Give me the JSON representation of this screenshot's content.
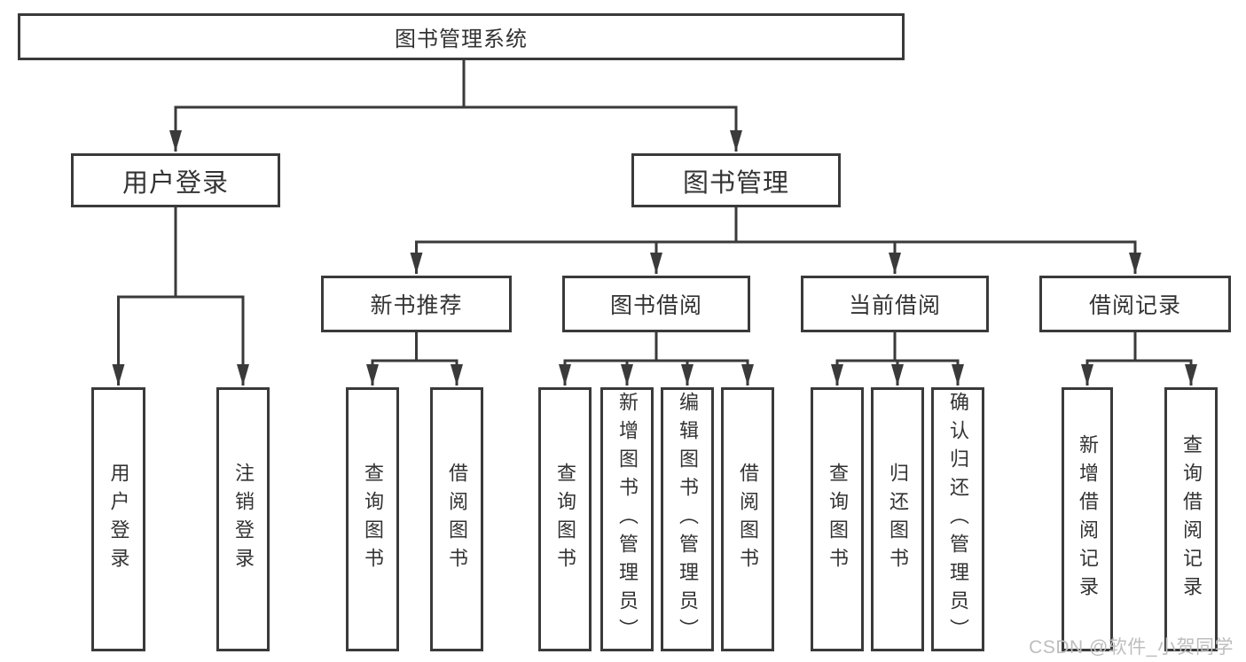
{
  "colors": {
    "line": "#3a3a3a",
    "text": "#333333",
    "box_background": "#ffffff",
    "watermark": "#bdbdbd"
  },
  "watermark": "CSDN @软件_小贺同学",
  "tree": {
    "label": "图书管理系统",
    "children": [
      {
        "label": "用户登录",
        "children": [
          {
            "label": "用户登录"
          },
          {
            "label": "注销登录"
          }
        ]
      },
      {
        "label": "图书管理",
        "children": [
          {
            "label": "新书推荐",
            "children": [
              {
                "label": "查询图书"
              },
              {
                "label": "借阅图书"
              }
            ]
          },
          {
            "label": "图书借阅",
            "children": [
              {
                "label": "查询图书"
              },
              {
                "label": "新增图书（管理员）"
              },
              {
                "label": "编辑图书（管理员）"
              },
              {
                "label": "借阅图书"
              }
            ]
          },
          {
            "label": "当前借阅",
            "children": [
              {
                "label": "查询图书"
              },
              {
                "label": "归还图书"
              },
              {
                "label": "确认归还（管理员）"
              }
            ]
          },
          {
            "label": "借阅记录",
            "children": [
              {
                "label": "新增借阅记录"
              },
              {
                "label": "查询借阅记录"
              }
            ]
          }
        ]
      }
    ]
  }
}
